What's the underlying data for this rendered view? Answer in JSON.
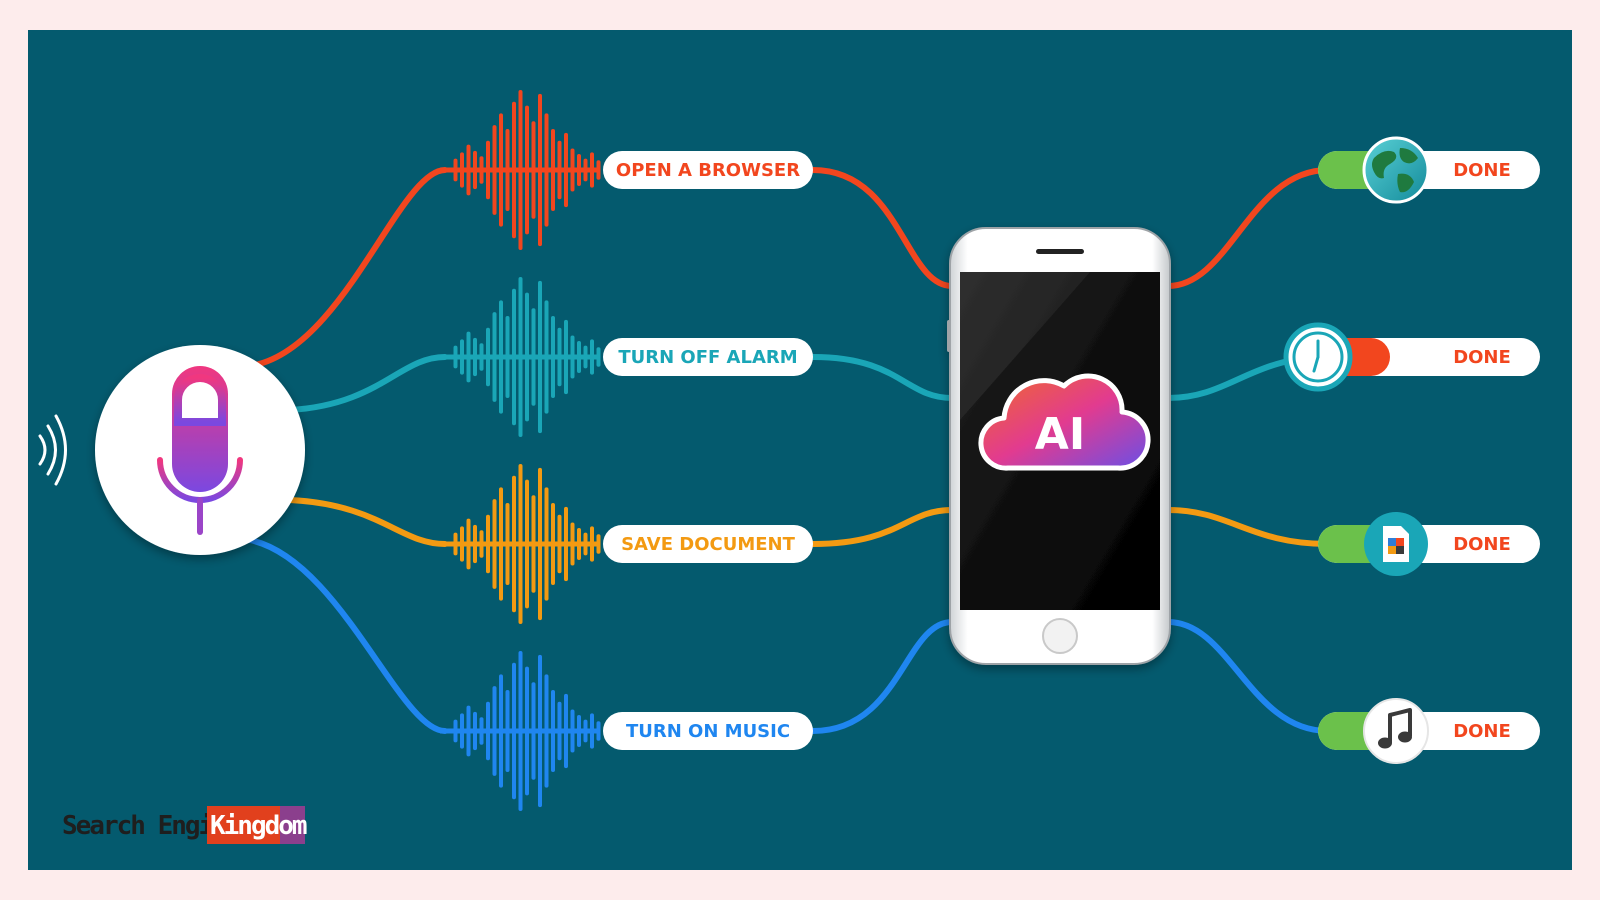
{
  "colors": {
    "page_bg": "#fdecec",
    "panel_bg": "#045a6e",
    "red": "#f2461e",
    "teal": "#1aa6b7",
    "orange": "#f39a12",
    "blue": "#1f86f0",
    "green": "#6bc14b",
    "white": "#ffffff"
  },
  "commands": [
    {
      "label": "OPEN A BROWSER",
      "color": "red",
      "icon": "globe-icon"
    },
    {
      "label": "TURN OFF  ALARM",
      "color": "teal",
      "icon": "clock-icon"
    },
    {
      "label": "SAVE DOCUMENT",
      "color": "orange",
      "icon": "document-icon"
    },
    {
      "label": "TURN ON MUSIC",
      "color": "blue",
      "icon": "music-note-icon"
    }
  ],
  "results": [
    {
      "label": "DONE",
      "toggle": "green"
    },
    {
      "label": "DONE",
      "toggle": "red"
    },
    {
      "label": "DONE",
      "toggle": "green"
    },
    {
      "label": "DONE",
      "toggle": "green"
    }
  ],
  "phone": {
    "badge": "AI"
  },
  "microphone": {
    "icon": "microphone-icon",
    "sound_icon": "sound-waves-icon"
  },
  "watermark": {
    "part1": "Search Engine",
    "part2": "Kingdom"
  }
}
